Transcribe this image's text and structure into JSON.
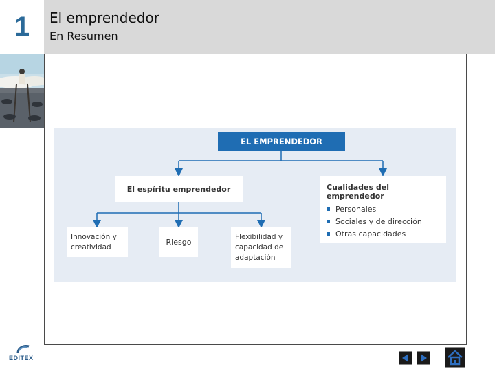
{
  "header": {
    "chapter_number": "1",
    "title": "El emprendedor",
    "subtitle": "En Resumen"
  },
  "diagram": {
    "root": "EL EMPRENDEDOR",
    "spirit": "El espíritu emprendedor",
    "qualities": {
      "title": "Cualidades del emprendedor",
      "items": [
        "Personales",
        "Sociales y de dirección",
        "Otras capacidades"
      ]
    },
    "children": {
      "innovation": [
        "Innovación y",
        "creatividad"
      ],
      "risk": "Riesgo",
      "flexibility": [
        "Flexibilidad y",
        "capacidad de",
        "adaptación"
      ]
    }
  },
  "footer": {
    "logo_text": "EDITEX"
  },
  "colors": {
    "accent": "#1f6db3",
    "chapter_number": "#2b6a99",
    "header_bg": "#d9d9d9",
    "panel_bg": "#e6ecf4"
  },
  "icons": {
    "prev": "arrow-left-icon",
    "next": "arrow-right-icon",
    "home": "home-icon"
  }
}
